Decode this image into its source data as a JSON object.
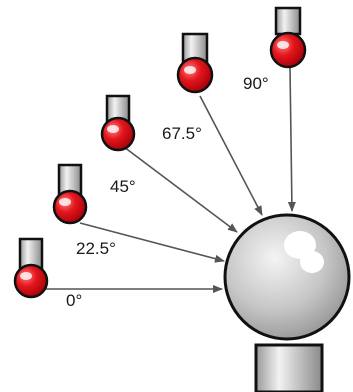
{
  "diagram": {
    "probes": [
      {
        "angle_label": "0°"
      },
      {
        "angle_label": "22.5°"
      },
      {
        "angle_label": "45°"
      },
      {
        "angle_label": "67.5°"
      },
      {
        "angle_label": "90°"
      }
    ]
  },
  "colors": {
    "probe_tip": "#e0141b",
    "probe_stem": "#c8c8c8",
    "arrow": "#555555",
    "sphere": "#c9c9c9",
    "sphere_outline": "#111111"
  }
}
